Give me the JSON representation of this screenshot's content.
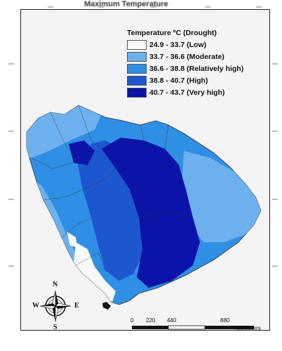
{
  "map": {
    "title": "Maximum Temperature",
    "legend": {
      "title": "Temperature ºC (Drought)",
      "items": [
        {
          "label": "24.9 - 33.7 (Low)",
          "color": "#f7f8f8"
        },
        {
          "label": "33.7 - 36.6 (Moderate)",
          "color": "#6db0ee"
        },
        {
          "label": "36.6 - 38.8 (Relatively high)",
          "color": "#2f8fe4"
        },
        {
          "label": "38.8 - 40.7 (High)",
          "color": "#1d57d0"
        },
        {
          "label": "40.7 - 43.7 (Very high)",
          "color": "#0b13a8"
        }
      ]
    },
    "compass": {
      "n": "N",
      "s": "S",
      "e": "E",
      "w": "W"
    },
    "scale_bar": {
      "ticks": [
        "0",
        "220",
        "440",
        "880"
      ],
      "unit": "Kilometers"
    }
  }
}
